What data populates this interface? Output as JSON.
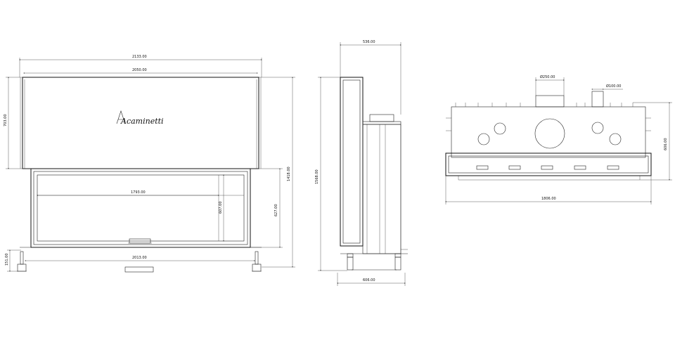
{
  "brand": {
    "logo_text": "Acaminetti"
  },
  "front_view": {
    "dim_overall_width": "2133.00",
    "dim_body_width": "2050.00",
    "dim_top_height": "703.00",
    "dim_total_height": "1418.00",
    "dim_glass_width": "1793.00",
    "dim_glass_height": "607.00",
    "dim_frame_height": "627.00",
    "dim_base_width": "2013.00",
    "dim_foot_height": "151.00"
  },
  "side_view": {
    "dim_top_depth": "536.00",
    "dim_height": "1568.00",
    "dim_base_depth": "606.00"
  },
  "top_view": {
    "dim_flue_diameter": "Ø250.00",
    "dim_pipe_diameter": "Ø100.00",
    "dim_depth": "606.00",
    "dim_width": "1806.00"
  }
}
